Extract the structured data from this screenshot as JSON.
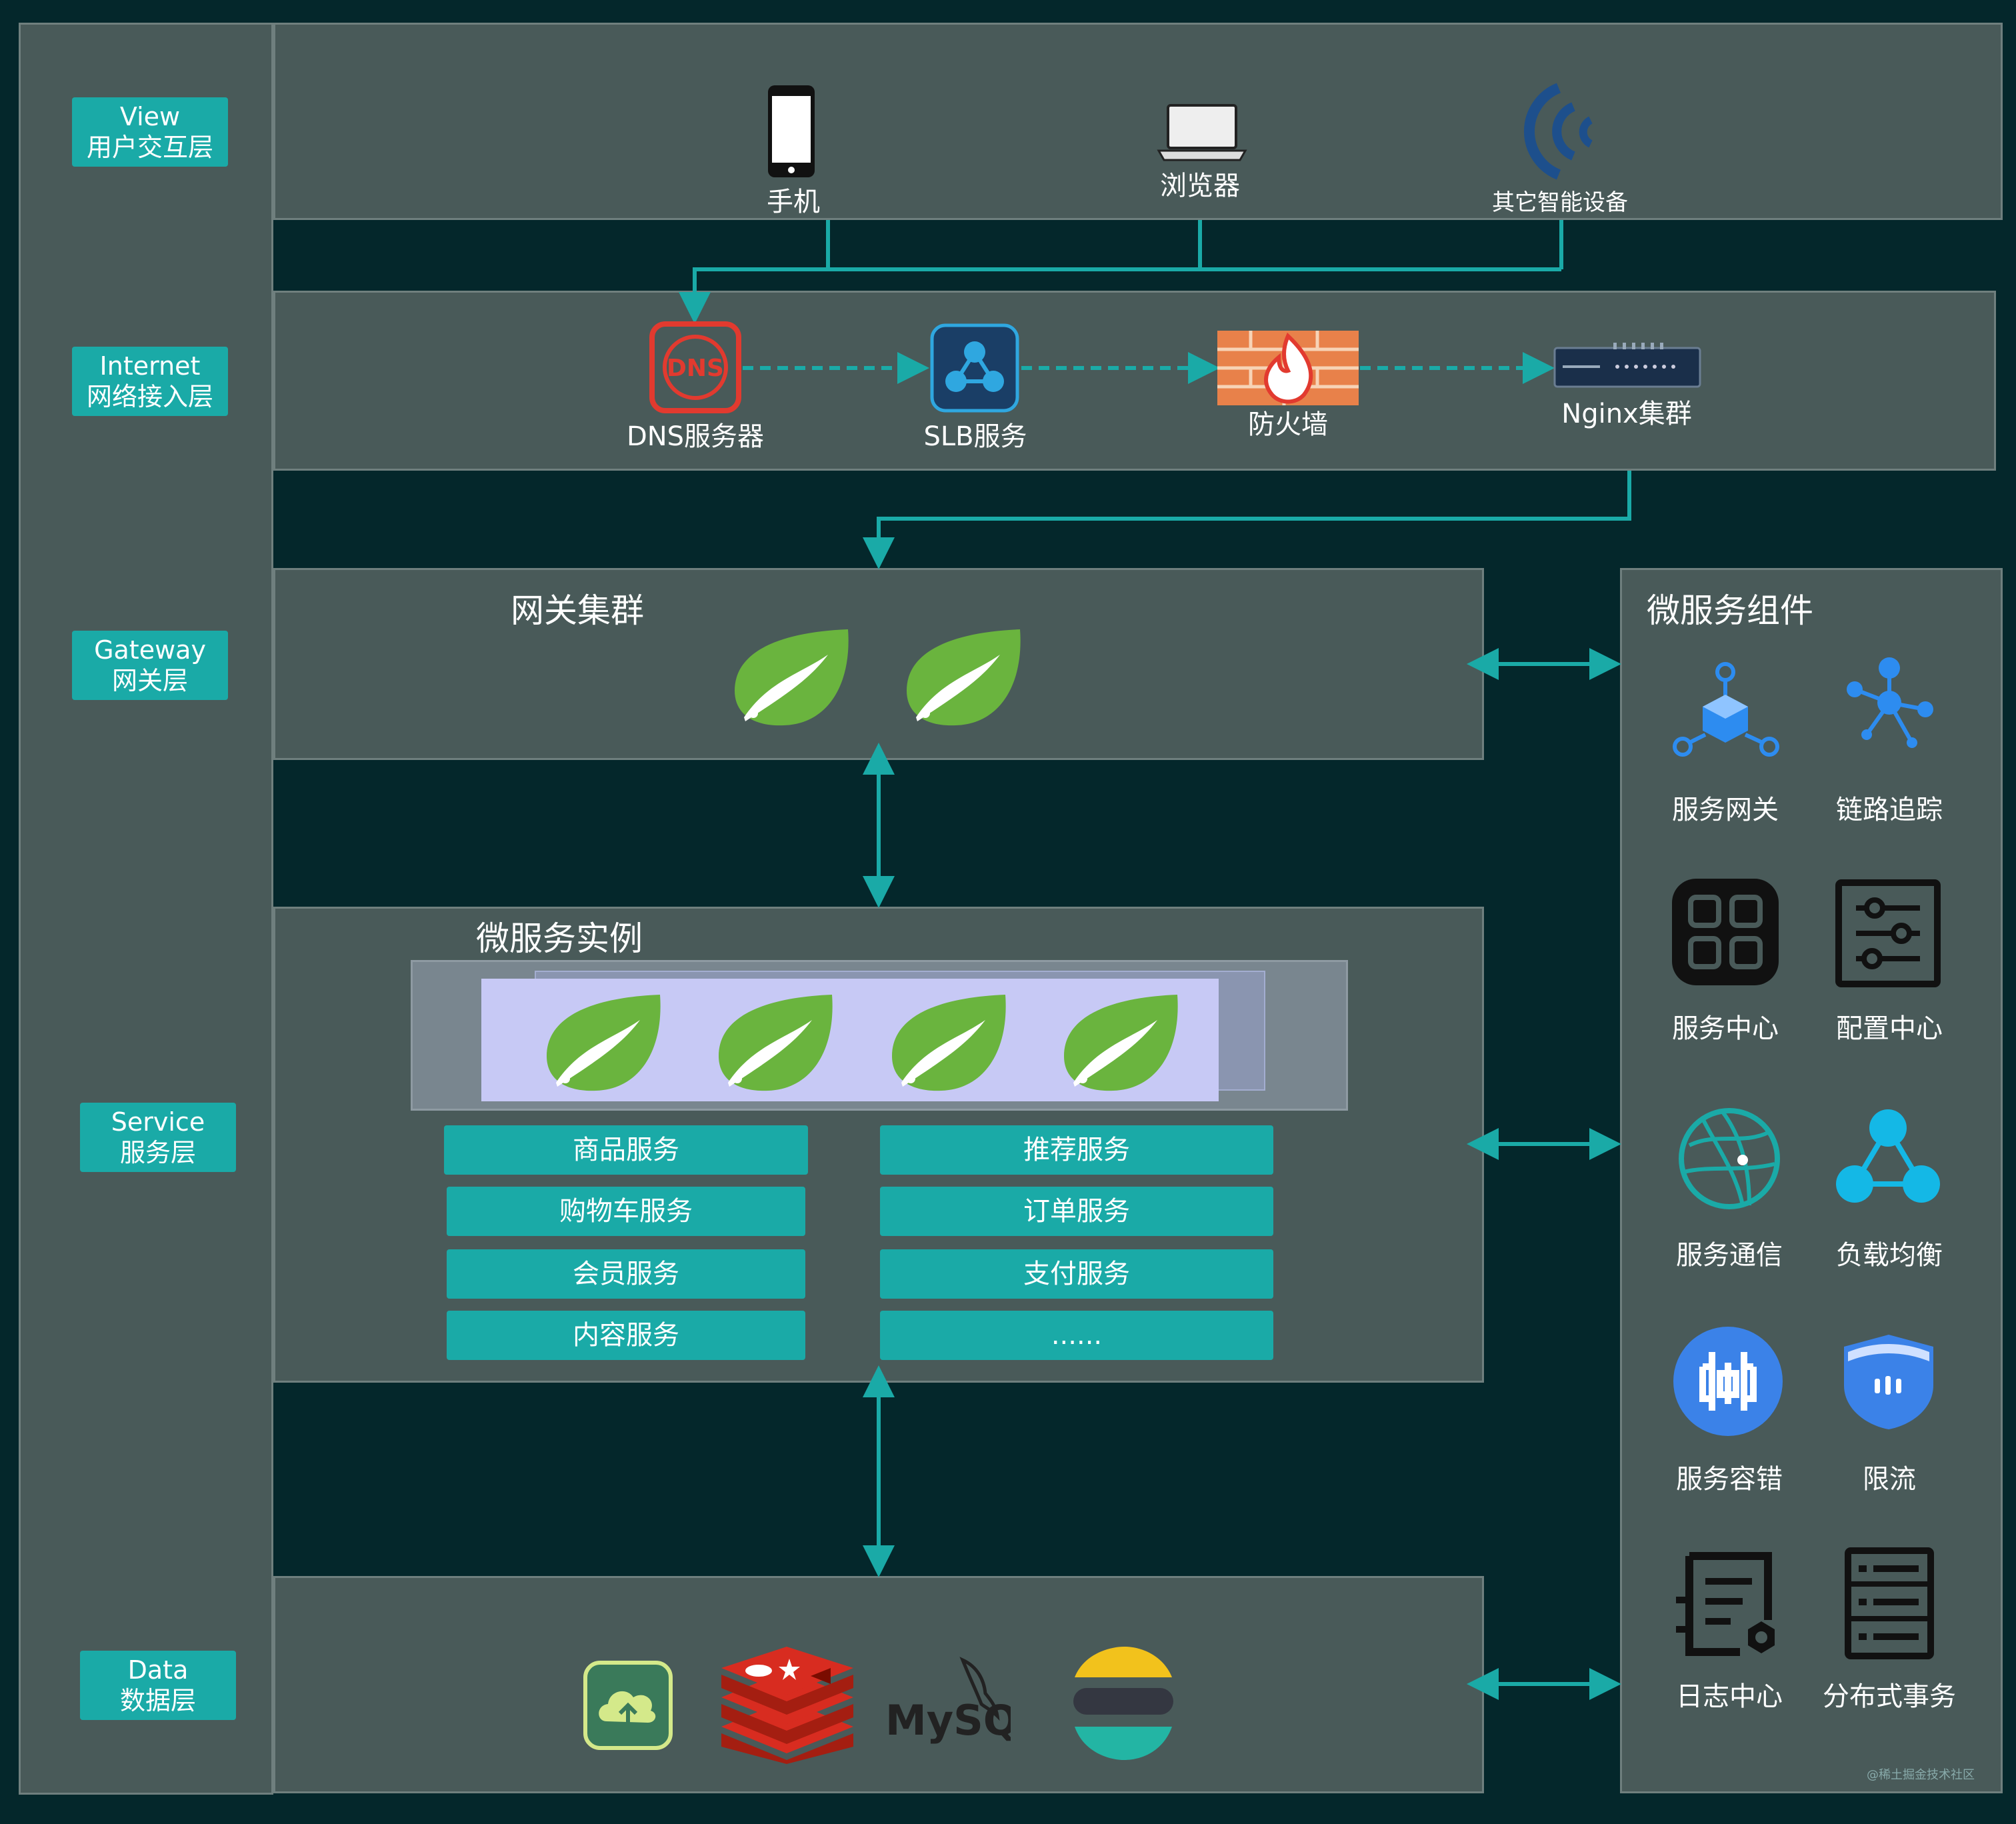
{
  "layers": {
    "view": {
      "en": "View",
      "zh": "用户交互层"
    },
    "internet": {
      "en": "Internet",
      "zh": "网络接入层"
    },
    "gateway": {
      "en": "Gateway",
      "zh": "网关层"
    },
    "service": {
      "en": "Service",
      "zh": "服务层"
    },
    "data": {
      "en": "Data",
      "zh": "数据层"
    }
  },
  "devices": {
    "phone": "手机",
    "browser": "浏览器",
    "other": "其它智能设备"
  },
  "network": {
    "dns": "DNS服务器",
    "slb": "SLB服务",
    "firewall": "防火墙",
    "nginx": "Nginx集群",
    "dns_badge": "DNS"
  },
  "gateway_cluster": {
    "title": "网关集群"
  },
  "instances": {
    "title": "微服务实例",
    "left": [
      "商品服务",
      "购物车服务",
      "会员服务",
      "内容服务"
    ],
    "right": [
      "推荐服务",
      "订单服务",
      "支付服务",
      "......"
    ]
  },
  "components": {
    "title": "微服务组件",
    "items": [
      {
        "label": "服务网关",
        "icon": "gateway-icon"
      },
      {
        "label": "链路追踪",
        "icon": "tracing-icon"
      },
      {
        "label": "服务中心",
        "icon": "registry-icon"
      },
      {
        "label": "配置中心",
        "icon": "config-icon"
      },
      {
        "label": "服务通信",
        "icon": "communication-icon"
      },
      {
        "label": "负载均衡",
        "icon": "load-balance-icon"
      },
      {
        "label": "服务容错",
        "icon": "fault-tolerance-icon"
      },
      {
        "label": "限流",
        "icon": "rate-limit-icon"
      },
      {
        "label": "日志中心",
        "icon": "log-icon"
      },
      {
        "label": "分布式事务",
        "icon": "transaction-icon"
      }
    ]
  },
  "data_stores": {
    "mysql": "MySQL"
  },
  "footer": "@稀土掘金技术社区",
  "colors": {
    "accent": "#1aaaa7",
    "panel": "#495a59",
    "background": "#04272b",
    "spring": "#6ab43e"
  }
}
